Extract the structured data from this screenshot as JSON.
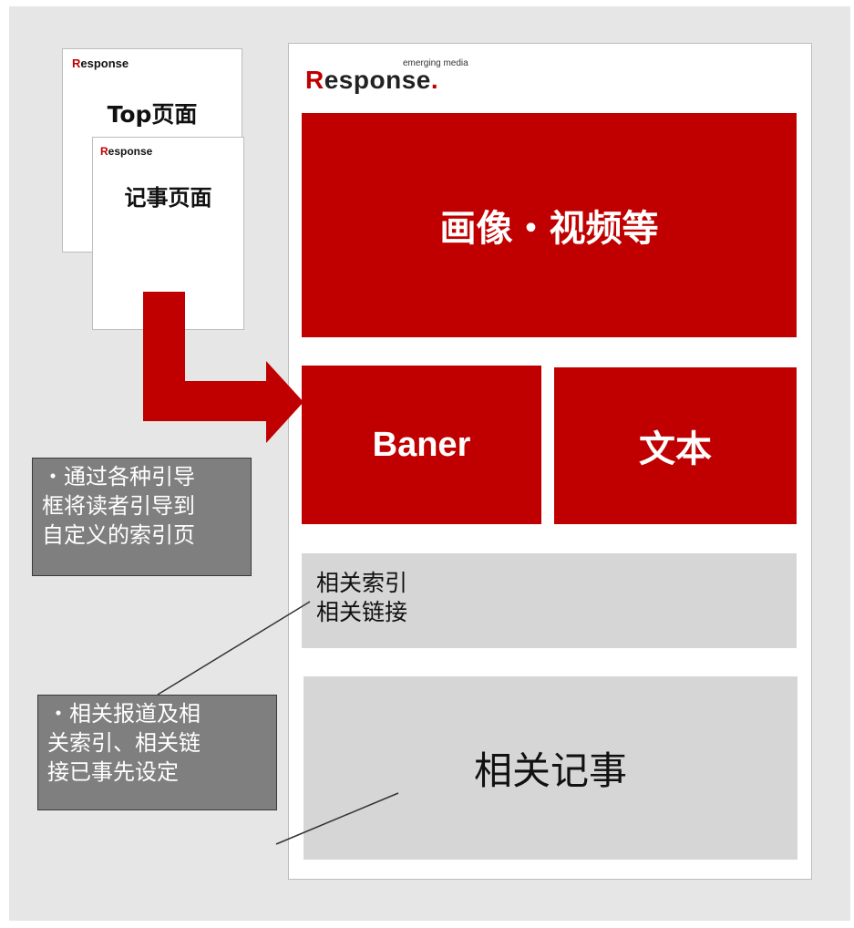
{
  "logo": {
    "tagline": "emerging media",
    "wordmark": "esponse",
    "initial": "R",
    "dot": "."
  },
  "small_pages": [
    {
      "title": "Top页面",
      "logo": "Response."
    },
    {
      "title": "记事页面",
      "logo": "Response."
    }
  ],
  "blocks": {
    "media": "画像・视频等",
    "banner": "Baner",
    "text": "文本",
    "related_index": [
      "相关索引",
      "相关链接"
    ],
    "related_articles": "相关记事"
  },
  "notes": {
    "guide": [
      "・通过各种引导",
      "框将读者引导到",
      "自定义的索引页"
    ],
    "preset": [
      "・相关报道及相",
      "关索引、相关链",
      "接已事先设定"
    ]
  },
  "colors": {
    "accent": "#c00000",
    "panel": "#d6d6d6",
    "note": "#7f7f7f",
    "background": "#e6e6e6"
  }
}
